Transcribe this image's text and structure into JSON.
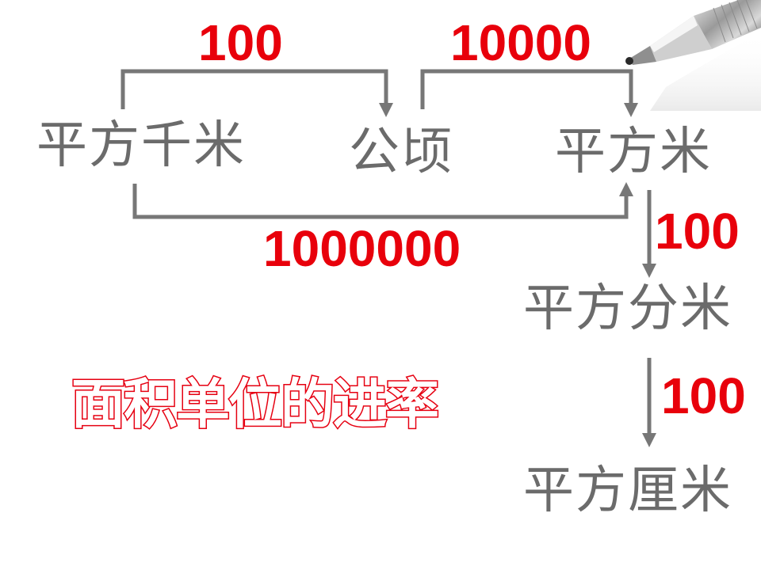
{
  "title": "面积单位的进率",
  "units": {
    "km2": "平方千米",
    "hectare": "公顷",
    "m2": "平方米",
    "dm2": "平方分米",
    "cm2": "平方厘米"
  },
  "rates": {
    "km2_to_hectare": "100",
    "hectare_to_m2": "10000",
    "km2_to_m2": "1000000",
    "m2_to_dm2": "100",
    "dm2_to_cm2": "100"
  },
  "colors": {
    "rate_text": "#e8000b",
    "unit_text": "#6b6b6b",
    "connector": "#777777",
    "title_outline": "#e60012"
  },
  "decoration": "pen-tip-image"
}
